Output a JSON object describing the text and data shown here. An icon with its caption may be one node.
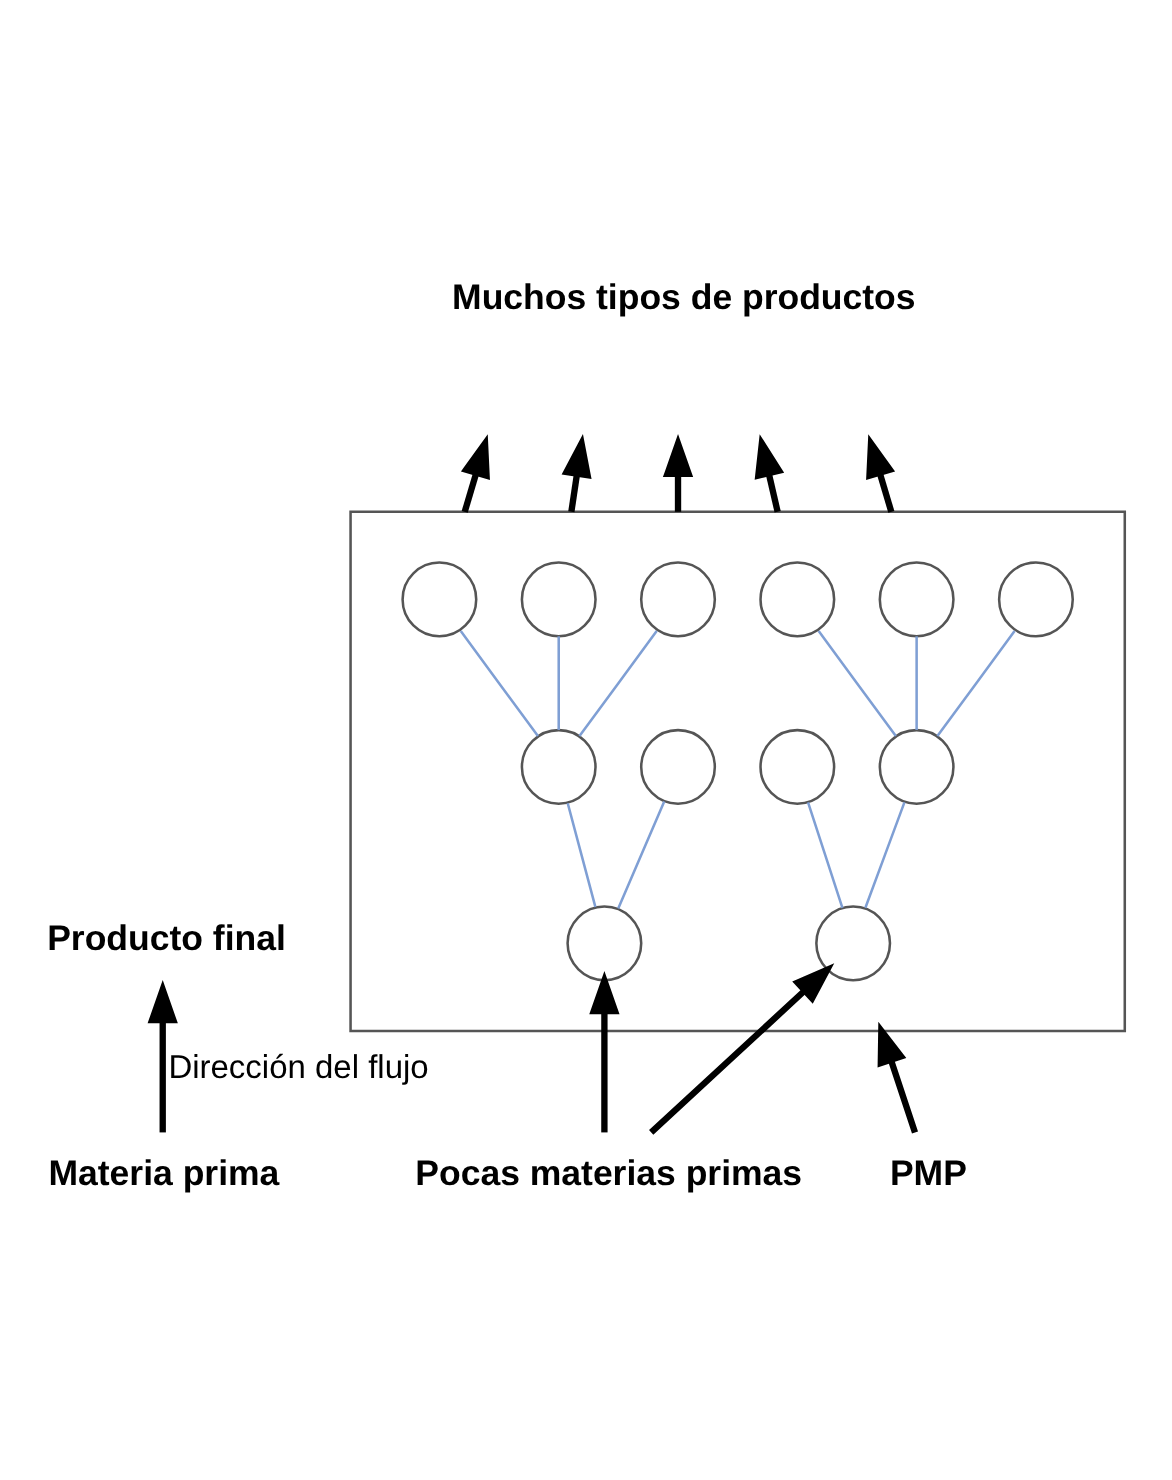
{
  "diagram": {
    "nodes": [
      {
        "text": [
          "Producto final"
        ]
      },
      {
        "text": [],
        "shape": "trapezoid"
      },
      {
        "text": [],
        "shape": "circle",
        "in": 1
      },
      {
        "text": [],
        "shape": "circle",
        "in": 1
      },
      {
        "text": [],
        "shape": "circle",
        "in": 1
      },
      {
        "text": [],
        "shape": "circle",
        "in": 1
      },
      {
        "text": [],
        "shape": "circle",
        "in": 1
      },
      {
        "text": [],
        "shape": "circle",
        "in": 1
      },
      {
        "text": [],
        "shape": "circle",
        "in": 1
      },
      {
        "text": [],
        "shape": "circle",
        "in": 1
      },
      {
        "text": [],
        "shape": "circle",
        "in": 1
      },
      {
        "text": [],
        "shape": "circle",
        "in": 1
      },
      {
        "text": [],
        "shape": "circle",
        "in": 1
      },
      {
        "text": [],
        "shape": "circle",
        "in": 1
      },
      {
        "text": [
          "Materia prima"
        ]
      },
      {
        "text": [
          "Pocas materias primas"
        ]
      },
      {
        "text": [
          "PMP"
        ]
      }
    ],
    "edges": [
      {
        "from": 1,
        "to": null,
        "arrow": "to",
        "style": "thick",
        "color": "#000000"
      },
      {
        "from": 1,
        "to": null,
        "arrow": "to",
        "style": "thick",
        "color": "#000000"
      },
      {
        "from": 1,
        "to": null,
        "arrow": "to",
        "style": "thick",
        "color": "#000000"
      },
      {
        "from": 1,
        "to": null,
        "arrow": "to",
        "style": "thick",
        "color": "#000000"
      },
      {
        "from": 1,
        "to": null,
        "arrow": "to",
        "style": "thick",
        "color": "#000000"
      },
      {
        "from": 8,
        "to": 2,
        "arrow": "none",
        "color": "#7f9fd4"
      },
      {
        "from": 8,
        "to": 3,
        "arrow": "none",
        "color": "#7f9fd4"
      },
      {
        "from": 8,
        "to": 4,
        "arrow": "none",
        "color": "#7f9fd4"
      },
      {
        "from": 11,
        "to": 5,
        "arrow": "none",
        "color": "#7f9fd4"
      },
      {
        "from": 11,
        "to": 6,
        "arrow": "none",
        "color": "#7f9fd4"
      },
      {
        "from": 11,
        "to": 7,
        "arrow": "none",
        "color": "#7f9fd4"
      },
      {
        "from": 12,
        "to": 8,
        "arrow": "none",
        "color": "#7f9fd4"
      },
      {
        "from": 12,
        "to": 9,
        "arrow": "none",
        "color": "#7f9fd4"
      },
      {
        "from": 13,
        "to": 10,
        "arrow": "none",
        "color": "#7f9fd4"
      },
      {
        "from": 13,
        "to": 11,
        "arrow": "none",
        "color": "#7f9fd4"
      },
      {
        "from": 15,
        "to": 12,
        "arrow": "to",
        "style": "thick",
        "color": "#000000"
      },
      {
        "from": 15,
        "to": 13,
        "arrow": "to",
        "style": "thick",
        "color": "#000000"
      },
      {
        "from": 16,
        "to": 1,
        "arrow": "to",
        "style": "thick",
        "color": "#000000"
      },
      {
        "from": 14,
        "to": 0,
        "arrow": "to",
        "label": "Dirección del flujo",
        "style": "thick",
        "color": "#000000"
      }
    ],
    "labels": [
      "Muchos tipos de productos"
    ]
  }
}
